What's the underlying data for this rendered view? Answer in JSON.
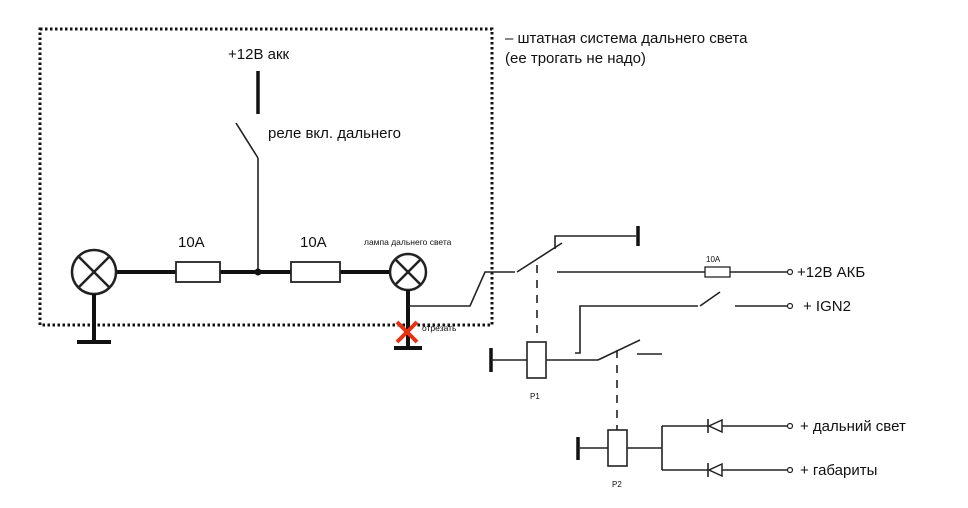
{
  "legend": {
    "line1": "– штатная система дальнего света",
    "line2": "(ее трогать не надо)"
  },
  "labels": {
    "supply_acc": "+12В акк",
    "relay_high_beam": "реле вкл. дальнего",
    "fuse_left": "10А",
    "fuse_right": "10А",
    "lamp_label": "лампа дальнего света",
    "cut_label": "отрезать",
    "fuse_small": "10A",
    "batt": "+12В АКБ",
    "ign2": "+ IGN2",
    "relay1": "Р1",
    "relay2": "Р2",
    "high_beam_out": "+ дальний свет",
    "parking_out": "+ габариты"
  },
  "colors": {
    "cut_mark": "#e53212",
    "wire": "#222222",
    "dotted_frame": "#111111"
  }
}
